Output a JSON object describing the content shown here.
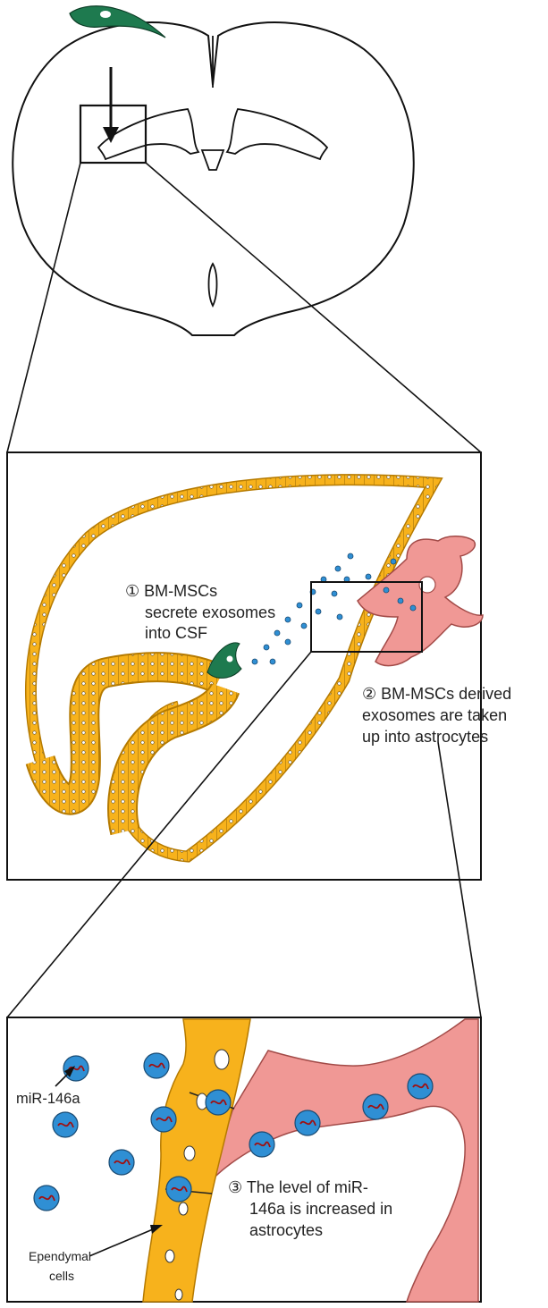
{
  "labels": {
    "step1": [
      "① BM-MSCs",
      "secrete exosomes",
      "into CSF"
    ],
    "step2": [
      "② BM-MSCs derived",
      "exosomes are taken",
      "up into astrocytes"
    ],
    "step3": [
      "③ The level of miR-",
      "146a is increased in",
      "astrocytes"
    ],
    "mirna": "miR-146a",
    "ependymal": [
      "Ependymal",
      "cells"
    ]
  },
  "colors": {
    "ependyma": "#f7b21c",
    "astrocyte": "#f09895",
    "stem_cell": "#1e7a4f",
    "exosome": "#2f8fd4",
    "mirna_strand": "#a01010",
    "outline": "#111111"
  }
}
